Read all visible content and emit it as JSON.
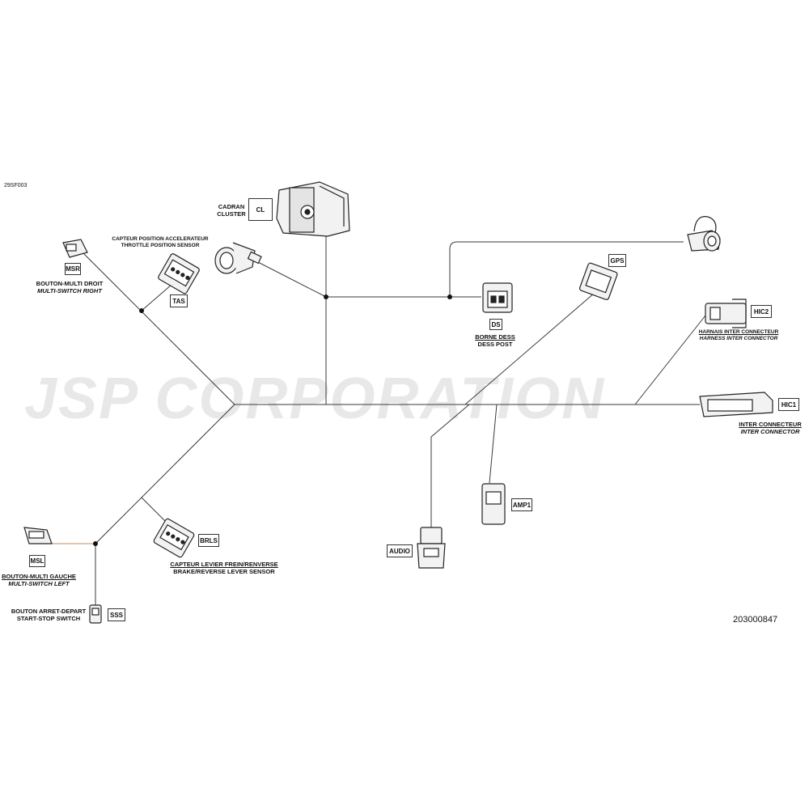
{
  "reference_code": "29SF003",
  "part_number": "203000847",
  "watermark": "JSP CORPORATION",
  "connectors": {
    "cl": {
      "code": "CL",
      "label_fr": "CADRAN",
      "label_en": "CLUSTER"
    },
    "tas": {
      "code": "TAS",
      "label_fr": "CAPTEUR POSITION ACCELERATEUR",
      "label_en": "THROTTLE POSITION SENSOR"
    },
    "msr": {
      "code": "MSR",
      "label_fr": "BOUTON-MULTI DROIT",
      "label_en": "MULTI-SWITCH RIGHT"
    },
    "ds": {
      "code": "DS",
      "label_fr": "BORNE DESS",
      "label_en": "DESS POST"
    },
    "gps": {
      "code": "GPS"
    },
    "hic2": {
      "code": "HIC2",
      "label_fr": "HARNAIS INTER CONNECTEUR",
      "label_en": "HARNESS INTER CONNECTOR"
    },
    "hic1": {
      "code": "HIC1",
      "label_fr": "INTER CONNECTEUR",
      "label_en": "INTER CONNECTOR"
    },
    "amp1": {
      "code": "AMP1"
    },
    "audio": {
      "code": "AUDIO"
    },
    "brls": {
      "code": "BRLS",
      "label_fr": "CAPTEUR LEVIER FREIN/RENVERSE",
      "label_en": "BRAKE/REVERSE LEVER SENSOR"
    },
    "msl": {
      "code": "MSL",
      "label_fr": "BOUTON-MULTI GAUCHE",
      "label_en": "MULTI-SWITCH LEFT"
    },
    "sss": {
      "code": "SSS",
      "label_fr": "BOUTON ARRET-DEPART",
      "label_en": "START-STOP SWITCH"
    }
  },
  "colors": {
    "wire": "#3a3a3a",
    "part_fill": "#f2f2f2",
    "part_stroke": "#222222",
    "watermark": "#e8e8e8"
  }
}
